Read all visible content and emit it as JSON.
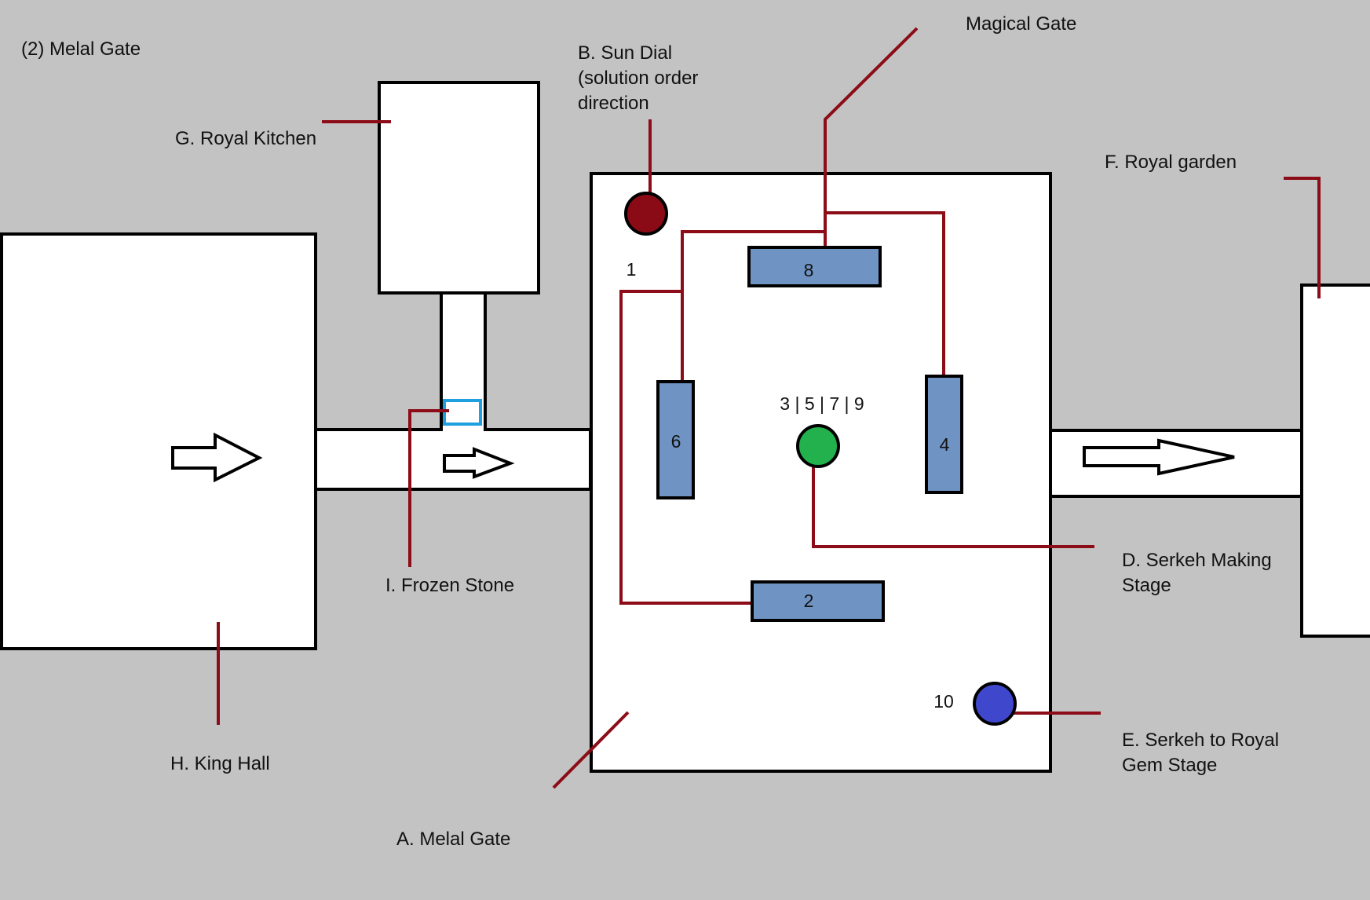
{
  "labels": {
    "melal_gate_heading": "(2) Melal Gate",
    "magical_gate": "Magical Gate",
    "sun_dial": "B. Sun Dial\n(solution order\ndirection",
    "royal_kitchen": "G. Royal Kitchen",
    "royal_garden": "F. Royal garden",
    "frozen_stone": "I. Frozen Stone",
    "king_hall": "H. King Hall",
    "serkeh_making": "D. Serkeh Making\nStage",
    "serkeh_royal_gem": "E. Serkeh to Royal\nGem Stage",
    "melal_gate_label": "A. Melal Gate"
  },
  "numbers": {
    "n1": "1",
    "n2": "2",
    "n4": "4",
    "n6": "6",
    "n8": "8",
    "center": "3 | 5 | 7 | 9",
    "n10": "10"
  },
  "colors": {
    "background": "#c3c3c3",
    "leader_line": "#8c0c17",
    "block": "#6f93c2",
    "sun_dial": "#8a0b16",
    "serkeh_making": "#22b14c",
    "serkeh_gem": "#3f48cc",
    "frozen_stone": "#1e9fe0"
  }
}
